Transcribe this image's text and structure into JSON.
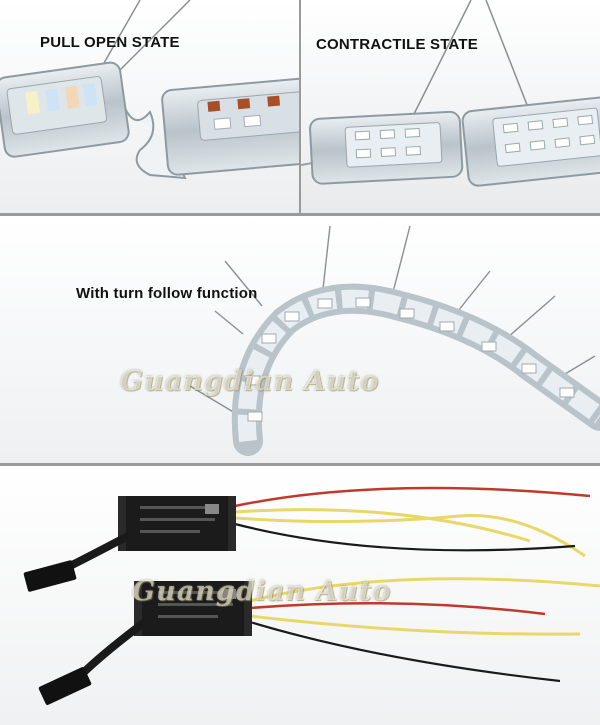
{
  "panels": {
    "pull_open": {
      "label": "PULL OPEN STATE"
    },
    "contractile": {
      "label": "CONTRACTILE STATE"
    },
    "turn_follow": {
      "label": "With turn follow function"
    }
  },
  "watermark": {
    "text": "Guangdian Auto"
  },
  "colors": {
    "background": "#ffffff",
    "divider": "#9a9a9a",
    "led": "#f4f8ff",
    "housing": "#c9d2d8",
    "wire_red": "#c0392b",
    "wire_yellow": "#e8d86a",
    "wire_black": "#1a1a1a"
  }
}
